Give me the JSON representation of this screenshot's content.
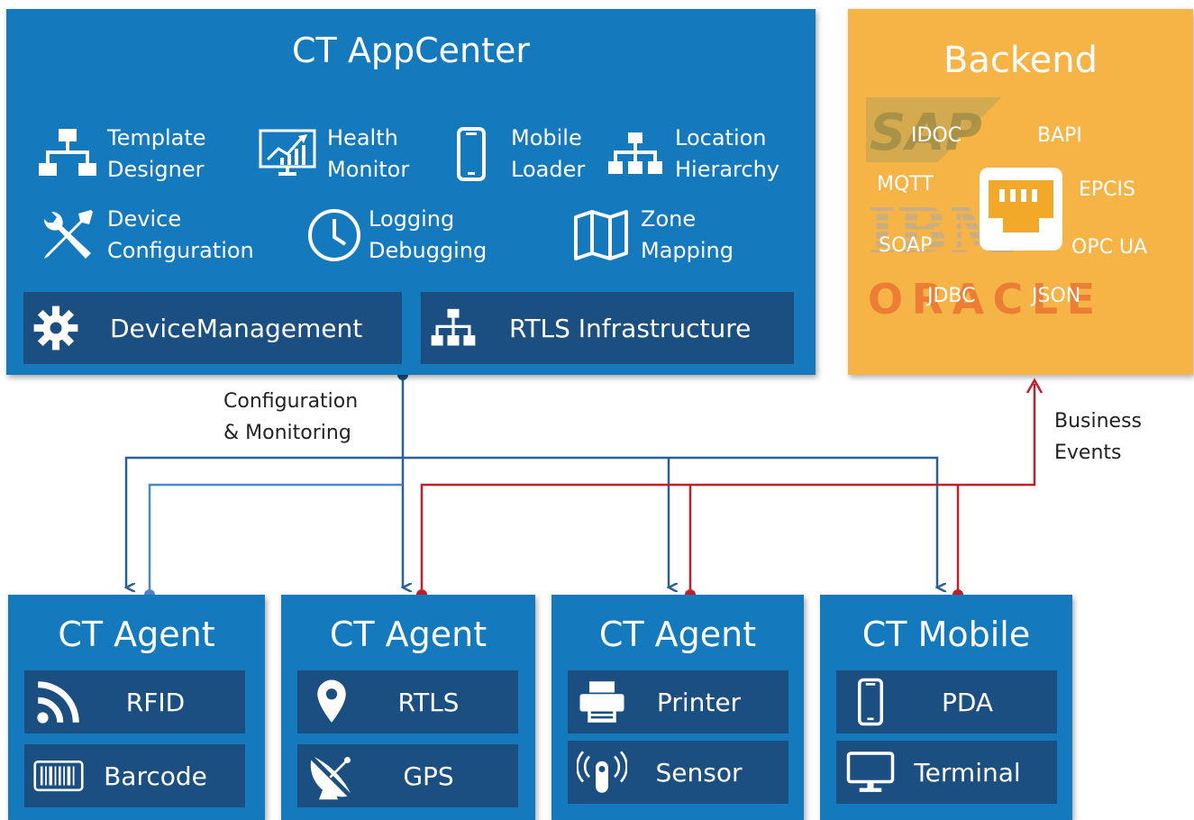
{
  "appcenter": {
    "title": "CT AppCenter",
    "tools": [
      {
        "label": "Template\nDesigner",
        "icon": "sitemap-icon"
      },
      {
        "label": "Health\nMonitor",
        "icon": "chart-monitor-icon"
      },
      {
        "label": "Mobile\nLoader",
        "icon": "mobile-phone-icon"
      },
      {
        "label": "Location\nHierarchy",
        "icon": "hierarchy-icon"
      },
      {
        "label": "Device\nConfiguration",
        "icon": "wrench-screwdriver-icon"
      },
      {
        "label": "Logging\nDebugging",
        "icon": "clock-icon"
      },
      {
        "label": "Zone\nMapping",
        "icon": "map-icon"
      }
    ],
    "bars": [
      {
        "label": "DeviceManagement",
        "icon": "gear-icon"
      },
      {
        "label": "RTLS Infrastructure",
        "icon": "network-icon"
      }
    ]
  },
  "backend": {
    "title": "Backend",
    "protocols": [
      "IDOC",
      "BAPI",
      "MQTT",
      "EPCIS",
      "SOAP",
      "OPC UA",
      "JDBC",
      "JSON"
    ],
    "logos": [
      "SAP",
      "IBM",
      "ORACLE"
    ],
    "center_icon": "ethernet-port-icon"
  },
  "connections": {
    "config_label": "Configuration\n& Monitoring",
    "events_label": "Business\nEvents",
    "config_color": "#2a5f9a",
    "events_color": "#c0202a"
  },
  "agents": [
    {
      "title": "CT Agent",
      "items": [
        {
          "label": "RFID",
          "icon": "rss-icon"
        },
        {
          "label": "Barcode",
          "icon": "barcode-icon"
        }
      ]
    },
    {
      "title": "CT Agent",
      "items": [
        {
          "label": "RTLS",
          "icon": "map-pin-icon"
        },
        {
          "label": "GPS",
          "icon": "satellite-dish-icon"
        }
      ]
    },
    {
      "title": "CT Agent",
      "items": [
        {
          "label": "Printer",
          "icon": "printer-icon"
        },
        {
          "label": "Sensor",
          "icon": "sensor-icon"
        }
      ]
    },
    {
      "title": "CT Mobile",
      "items": [
        {
          "label": "PDA",
          "icon": "mobile-phone-icon"
        },
        {
          "label": "Terminal",
          "icon": "desktop-monitor-icon"
        }
      ]
    }
  ]
}
